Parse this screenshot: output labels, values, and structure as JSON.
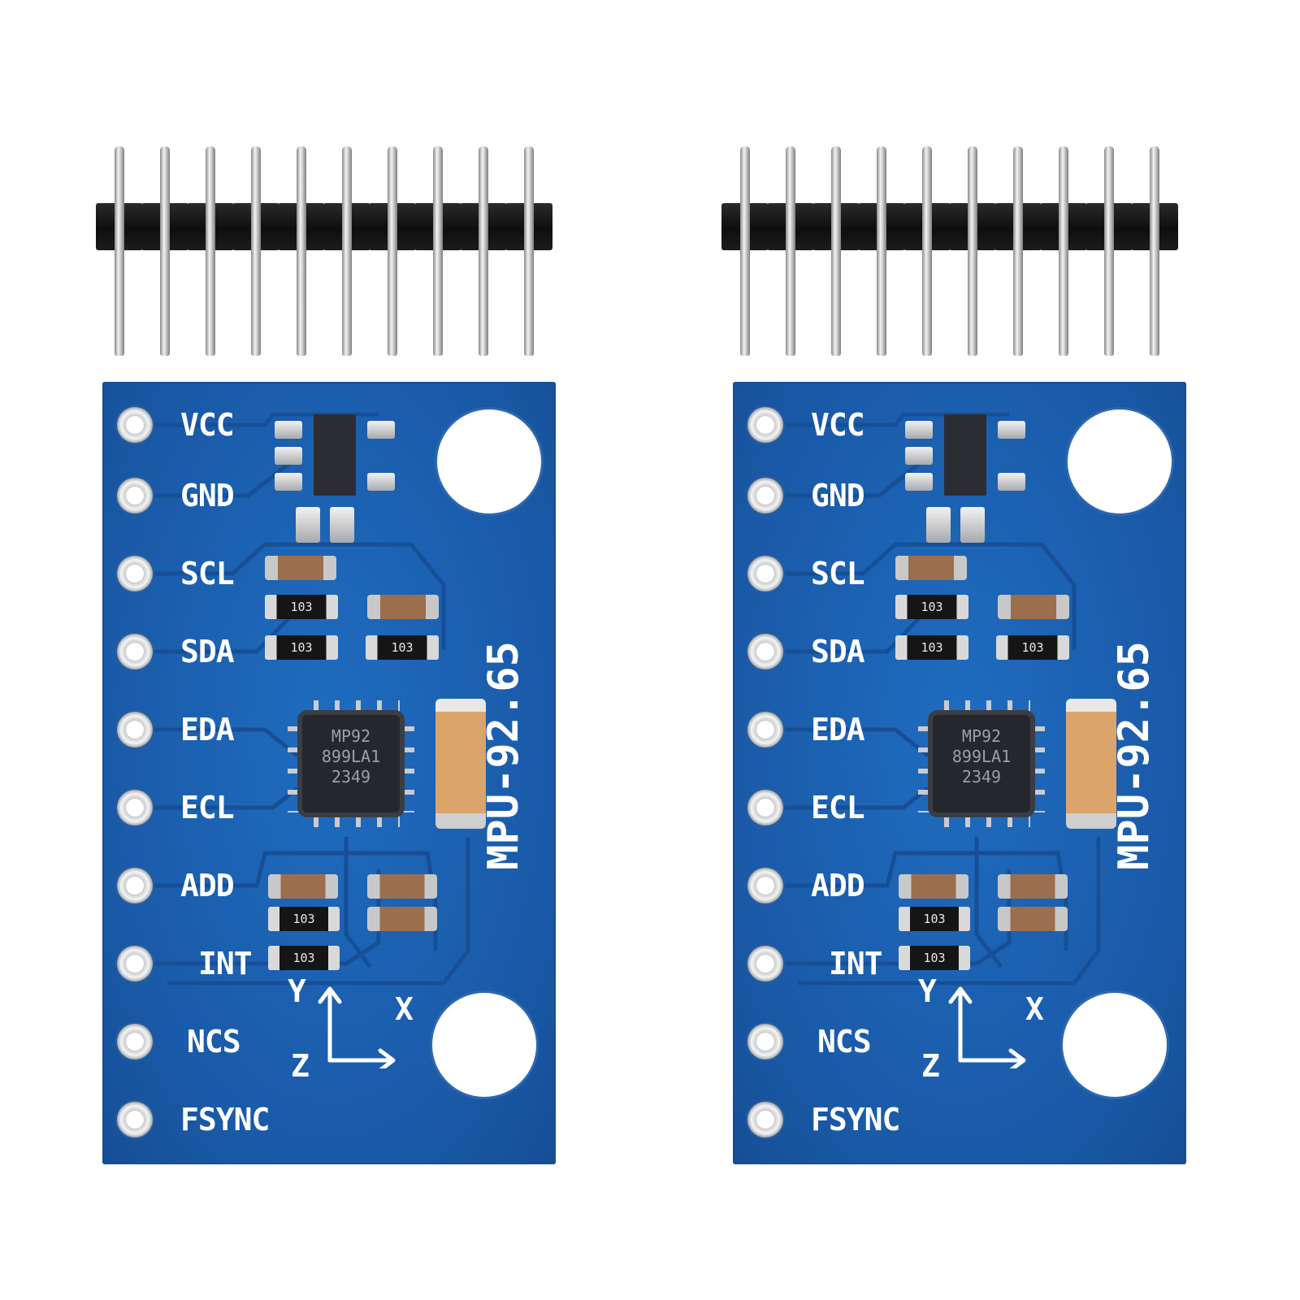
{
  "scene": {
    "description_free": true,
    "boards": [
      {
        "pin_labels": [
          "VCC",
          "GND",
          "SCL",
          "SDA",
          "EDA",
          "ECL",
          "ADD",
          "INT",
          "NCS",
          "FSYNC"
        ],
        "model": "MPU-92.65",
        "chip_marking": [
          "MP92",
          "899LA1",
          "2349"
        ],
        "resistor_codes": [
          "103",
          "103",
          "103",
          "103",
          "103"
        ],
        "axis_labels": {
          "x": "X",
          "y": "Y",
          "z": "Z"
        }
      },
      {
        "pin_labels": [
          "VCC",
          "GND",
          "SCL",
          "SDA",
          "EDA",
          "ECL",
          "ADD",
          "INT",
          "NCS",
          "FSYNC"
        ],
        "model": "MPU-92.65",
        "chip_marking": [
          "MP92",
          "899LA1",
          "2349"
        ],
        "resistor_codes": [
          "103",
          "103",
          "103",
          "103",
          "103"
        ],
        "axis_labels": {
          "x": "X",
          "y": "Y",
          "z": "Z"
        }
      }
    ],
    "header_pin_count": 10,
    "colors": {
      "pcb": "#1a5fb0",
      "silkscreen": "#ffffff",
      "header_plastic": "#151515"
    }
  }
}
